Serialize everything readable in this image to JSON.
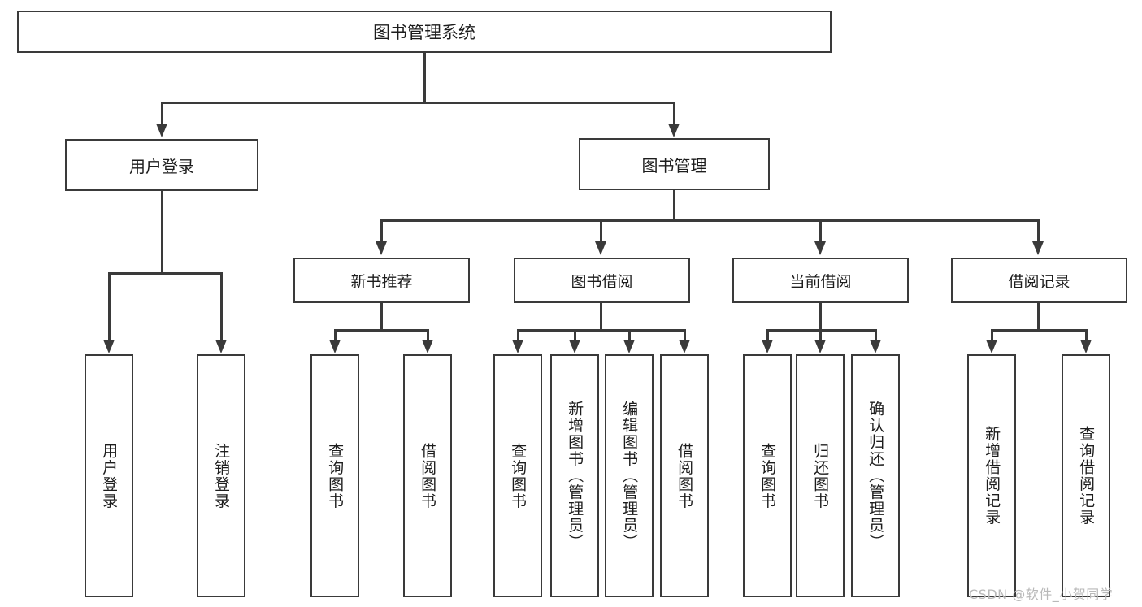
{
  "diagram": {
    "title": "图书管理系统",
    "type": "hierarchy-tree",
    "root": {
      "label": "图书管理系统"
    },
    "level1": [
      {
        "label": "用户登录"
      },
      {
        "label": "图书管理"
      }
    ],
    "level2": [
      {
        "label": "新书推荐"
      },
      {
        "label": "图书借阅"
      },
      {
        "label": "当前借阅"
      },
      {
        "label": "借阅记录"
      }
    ],
    "leaves": {
      "user_login": [
        {
          "label": "用户登录"
        },
        {
          "label": "注销登录"
        }
      ],
      "new_book_recommend": [
        {
          "label": "查询图书"
        },
        {
          "label": "借阅图书"
        }
      ],
      "book_borrow": [
        {
          "label": "查询图书"
        },
        {
          "label": "新增图书（管理员）"
        },
        {
          "label": "编辑图书（管理员）"
        },
        {
          "label": "借阅图书"
        }
      ],
      "current_borrow": [
        {
          "label": "查询图书"
        },
        {
          "label": "归还图书"
        },
        {
          "label": "确认归还（管理员）"
        }
      ],
      "borrow_record": [
        {
          "label": "新增借阅记录"
        },
        {
          "label": "查询借阅记录"
        }
      ]
    }
  },
  "watermark": {
    "text": "CSDN @软件_小贺同学"
  },
  "colors": {
    "stroke": "#3a3a3a",
    "text": "#1d1d1d",
    "background": "#ffffff",
    "watermark": "#b9b9b9"
  }
}
